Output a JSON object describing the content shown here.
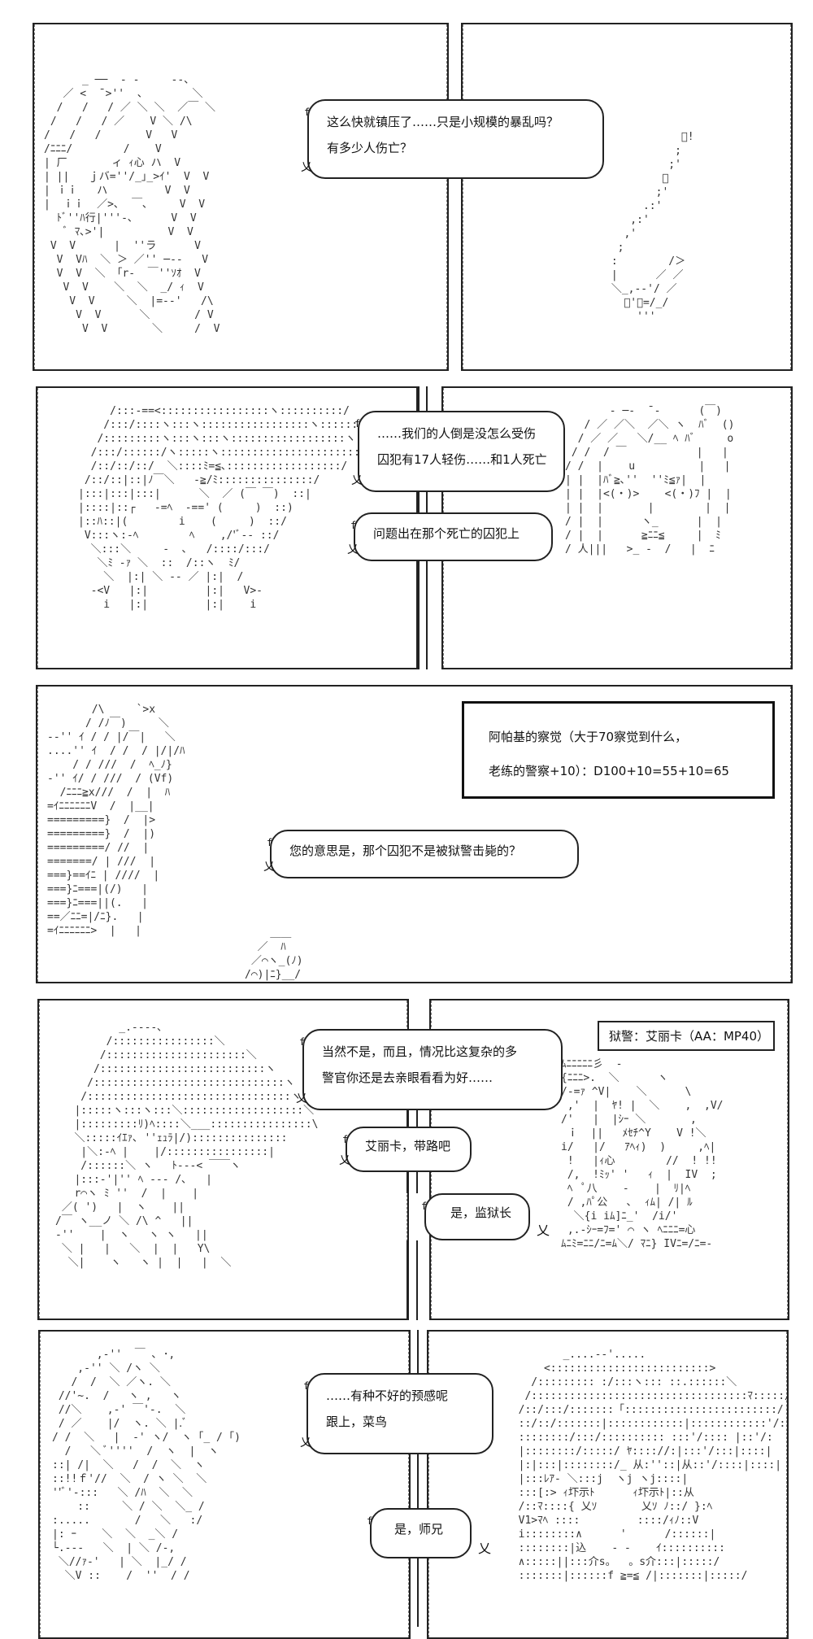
{
  "page": {
    "background": "#ffffff",
    "line_color": "#222222"
  },
  "panels": [
    {
      "id": "p1-left",
      "art": "      _ ──  - -     ‐-、\n   ／ <  ̄ >''  、       ＼\n  /   /   / ／ ＼ ＼  ／￣ ＼\n /   /   / ／    V ＼ /\\\n/   /   /       V   V\n/ﾆﾆﾆ/        /    V\n| 厂       ィ ｨ心 ハ  V\n| ||   ｊバ=''/_｣_>ｲ'  V  V\n| ｉｉ   ハ         V  V\n|  ｉｉ  ／>､  ￣､     V  V\n  ﾄﾞ''ﾊ行|'''‐､      V  V\n   ﾞ ﾏ､>'|          V  V\n V  V      |  ''ラ      V\n  V  Vﾊ  ＼ ＞ ／'' ─‐‐   V\n  V  V  ＼ 「r‐  ￣''ｿｵ  V\n   V  V    ＼  ＼  _/ ｨ  V\n    V  V     ＼  |=-‐'   /\\\n     V  V      ＼       / V\n      V  V       ＼     /  V"
    },
    {
      "id": "p1-right",
      "art": "            ﾞ!\n           ;\n          ;'\n         ﾞ\n        ;'\n      .:'\n    ,:'\n   ,'\n  ;\n :        /＞\n |      ／ ／\n ＼_,-‐'/ ／\n   ﾞ'ｰ=/_/\n     '''"
    },
    {
      "id": "p2-left",
      "art": "     /:::-==<:::::::::::::::::ヽ::::::::::/\n    /:::/::::ヽ:::ヽ:::::::::::::::::ヽ::::::::/\n   /:::::::::ヽ:::ヽ:::ヽ::::::::::::::::::ヽ:::/\n  /:::/::::::/ヽ:::::ヽ::::::::::::::::::::::::/\n  /::/::/::/  ＼::::ﾐ=≦､::::::::::::::::::/\n /::/::|::|ﾉ￣＼   ‐≧/ﾐ:::::::::::::::/\n|:::|:::|:::|      ＼  ／ (￣ ￣)  ::|\n|::::|::┌   ‐=ﾍ  ‐==' (     )  ::)\n|::ﾊ::|(        i    (     )  ::/\n V:::ヽ:‐ﾍ        ﾍ    ,/'ﾞ‐‐ ::/\n  ＼:::＼     -  ､   /::::/:::/\n   ＼ﾐ ‐ｧ ＼  ::  /::ヽ  ﾐ/\n    ＼  |:| ＼ ‐‐ ／ |:|  /\n  -<V   |:|         |:|   V>-\n    i   |:|         |:|    i"
    },
    {
      "id": "p2-right",
      "art": "       ‐ ─‐  ̄ ‐      (￣)\n   / ／ ／＼  ／＼ ヽ  ﾊﾞ  ()\n  / ／ ／   ＼/__ ﾍ ﾊﾞ     o\n / /  / ￣           |   |\n/ /  |    u          |   |\n| |  |ﾊﾞ≧､''  ''ﾐ≦ｧ|  |\n| |  |<(・)>    <(・)ﾌ |  |\n| |  |       |        |  |\n/ |  |      ヽ_      |  |\n/ |  |      ≧ﾆﾆ≦     |  ﾐ\n/ 人|||   >_ ‐  /   |  ﾆ"
    },
    {
      "id": "p3",
      "art": "       /\\     `>x\n      / /ﾉ￣)     ＼\n‐‐'' ｲ / / |/￣|   ＼\n....'' ｲ  / /  / |/|/ﾊ\n    / / ///  /  ﾍ_ﾉ}\n‐'' ｲ/ / ///  / (Vf)\n  /ﾆﾆﾆ≧x///  /  |  ﾊ\n=ｲﾆﾆﾆﾆﾆﾆV  /  |__|\n=========}  /  |>\n=========}  /  |)\n=========/ //  |\n=======/ | ///  |\n===}==ｲﾆ | ////  |\n===}ﾆ===|(/)   |\n===}ﾆ===||(.   |\n==／ﾆﾆ=|/ﾆ}.   |\n=ｲﾆﾆﾆﾆﾆﾆ>  |   |"
    },
    {
      "id": "p3-hand",
      "art": "    ＿＿\n  ／  ﾊ\n ／⌒ヽ_(ﾉ)\n/⌒)|ﾆ}__/"
    },
    {
      "id": "p4-left",
      "art": "          _.-‐‐-､\n        /::::::::::::::::＼\n       /::::::::::::::::::::::＼\n      /::::::::::::::::::::::::::ヽ\n     /::::::::::::::::::::::::::::::ヽ\n    /::::::::::::::::::::::::::::::::ヽ\n   |:::::ヽ:::ヽ:::＼:::::::::::::::::::＼\n   |:::::::::ﾘ)ﾍ::::＼___::::::::::::::::\\\n   ＼:::::ｲｴｧ､ ''ｪｭﾗ|/):::::::::::::::\n    |＼:‐ﾍ |    |/::::::::::::::::|\n    /::::::＼ ヽ   ﾄ‐‐‐< ￣￣ヽ\n   |:::‐'|'' ﾍ ‐‐‐ /､   |\n   r⌒ヽ ﾐ ''  /  |    |\n ／( ')   |  ヽ    ||\n/￣ ヽ__ノ ＼ /\\ ^   ||\n‐''    |  ヽ   ヽ ヽ   ||\n ＼ |   |   ＼  |  |   Y\\\n  ＼|    ヽ   ヽ |  |   |  ＼"
    },
    {
      "id": "p4-right",
      "art": "ﾑﾆﾆﾆﾆﾆ彡  ‐\n{ﾆﾆﾆ>.  ＼      ヽ\n/‐=ｧ ^V|    ＼      \\\n ,'  |  ﾔ! |  ＼    ,  ,V/\n/'   |  |ｼｰ ＼       ,\n ｉ  ||   ﾒｾﾁ^Y    V !＼\ni/   |/   ｱﾍｨ)  )     ,ﾍ|\n !   |ｨ心        //  ! !!\n /,  !ﾐｯ' '   ｨ  |  IV  ;\n ﾍ  ﾟ八    ‐    |  ﾘ|ﾍ\n / ,ﾊﾟ公   ､  ｨﾑ| /| ﾙ\n  ＼{i iﾑ]ﾆ_'  /i/'\n ,.‐ｼｰ=ﾌ=' ⌒ ヽ ﾍﾆﾆﾆ=心\nﾑﾆﾐ=ﾆﾆ/ﾆ=ﾑ＼/ ﾏﾆ} IVﾆ=/ﾆ=‐"
    },
    {
      "id": "p5-left",
      "art": "       ,-''  ￣ ､ ･,\n    ,-'' ＼ /ヽ ＼\n   /  /  ＼ ／ヽ. ＼\n //'~.  /   ヽ ,   ヽ\n //＼    ,-' ￣'‐.  ＼\n / ／    |/  ヽ. ＼ |.ﾞ\n/ /  ＼   |  ‐' ヽ/  ヽ ｢_ / ｢)\n  /   ＼ ﾞ''''  /  ヽ  |  ヽ\n::| /|  ＼   /  /  ＼  ヽ\n::!!ｆ'//  ＼  / ヽ ＼  ＼\n''ﾞ'‐:::   ＼ /ﾊ  ＼  ＼\n    ::     ＼ / ＼  ＼_ /\n:.....       /   ＼   :/\n|: ｰ    ＼  ＼  _＼ /\n└.‐‐‐   ＼  | ＼ /‐,\n ＼//ｧ-'   | ＼  |_/ /\n  ＼V ::    /  ''  / /"
    },
    {
      "id": "p5-right",
      "art": "         _....‐‐'.....\n      <:::::::::::::::::::::::::>\n    /::::::::: :/:::ヽ::: ::.::::::＼\n   /::::::::::::::::::::::::::::::::::ﾏ:::::/\n  /::/:::/:::::::「::::::::::::::::::::::::/ヽ::\n  ::/::/:::::::|::::::::::::|::::::::::::'/::\n  ::::::::/:::/:::::::::: :::'/:::: |::'/:\n  |::::::::/:::::/ ﾔ:::://:|:::'/:::|::::|\n  |:|:::|::::::::/_ 从:''::|从::'/::::|::::|\n  |:::ﾚｱ‐ ＼:::j  ヽj ヽj::::|\n  :::[:> ｨ圷示ﾄ      ｨ圷示ﾄ|::从\n  /::ﾏ::::{ 乂ｿ       乂ｿ ﾉ::/ }:ﾍ\n  V1>ﾏﾍ ::::         ::::/ｨﾉ::V\n  i::::::::∧      '      /::::::|\n  ::::::::|込    ‐ ‐    ｲ::::::::::\n  ∧:::::||:::介s。  。s介:::|:::::/\n  :::::::|::::::f ≧=≦ /|:::::::|:::::/"
    }
  ],
  "bubbles": [
    {
      "id": "b1",
      "lines": [
        "这么快就镇压了……只是小规模的暴乱吗？",
        "有多少人伤亡？"
      ]
    },
    {
      "id": "b2",
      "lines": [
        "……我们的人倒是没怎么受伤",
        "囚犯有17人轻伤……和1人死亡"
      ]
    },
    {
      "id": "b3",
      "lines": [
        "问题出在那个死亡的囚犯上"
      ]
    },
    {
      "id": "b4",
      "lines": [
        "您的意思是，那个囚犯不是被狱警击毙的？"
      ]
    },
    {
      "id": "b5",
      "lines": [
        "当然不是，而且，情况比这复杂的多",
        "警官你还是去亲眼看看为好……"
      ]
    },
    {
      "id": "b6",
      "lines": [
        "艾丽卡，带路吧"
      ]
    },
    {
      "id": "b7",
      "lines": [
        "是，监狱长"
      ]
    },
    {
      "id": "b8",
      "lines": [
        "……有种不好的预感呢",
        "跟上，菜鸟"
      ]
    },
    {
      "id": "b9",
      "lines": [
        "是，师兄"
      ]
    }
  ],
  "info_box": {
    "lines": [
      "阿帕基的察觉（大于70察觉到什么，",
      "老练的警察+10）：D100+10=55+10=65"
    ]
  },
  "name_box": {
    "text": "狱警：艾丽卡（AA：MP40）"
  },
  "bubble_marks": {
    "f": "f",
    "tail": "乂"
  }
}
